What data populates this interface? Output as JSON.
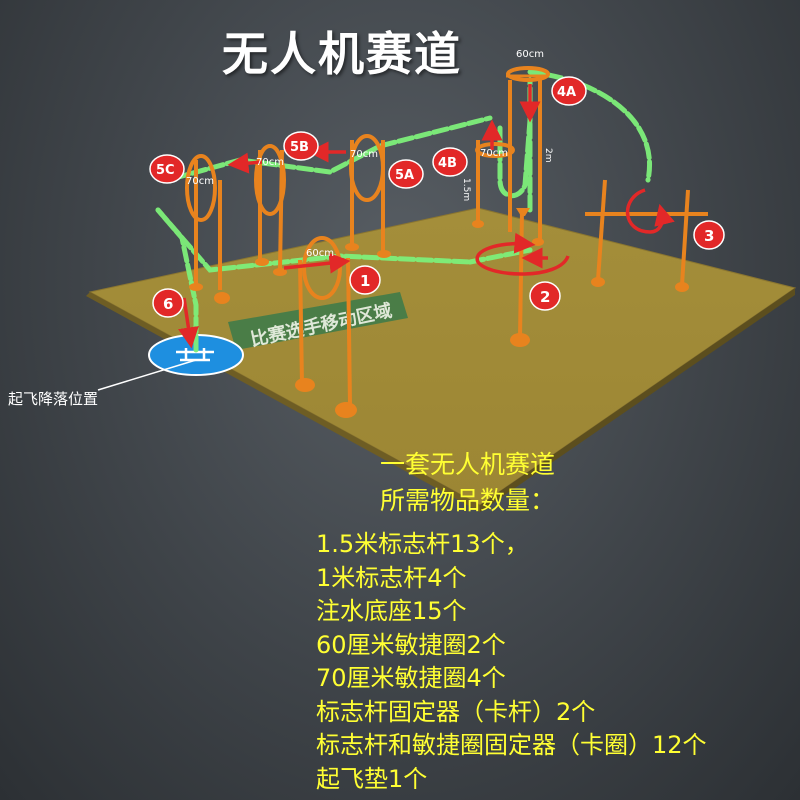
{
  "title": "无人机赛道",
  "gate_sizes": {
    "top_hoop": "60cm",
    "hoop_4b": "70cm",
    "hoop_5a": "70cm",
    "hoop_5b": "70cm",
    "hoop_5c": "70cm",
    "hoop_1": "60cm"
  },
  "pole_heights": {
    "tall": "2m",
    "medium": "1.5m"
  },
  "markers": [
    "1",
    "2",
    "3",
    "4A",
    "4B",
    "5A",
    "5B",
    "5C",
    "6"
  ],
  "ground_text": "比赛选手移动区域",
  "landing_pad_label": "起飞降落位置",
  "list": {
    "header_line1": "一套无人机赛道",
    "header_line2": "所需物品数量：",
    "items": [
      "1.5米标志杆13个，",
      "1米标志杆4个",
      "注水底座15个",
      "60厘米敏捷圈2个",
      "70厘米敏捷圈4个",
      "标志杆固定器（卡杆）2个",
      "标志杆和敏捷圈固定器（卡圈）12个",
      "起飞垫1个"
    ]
  },
  "colors": {
    "floor": "#a8923c",
    "pole": "#e8831e",
    "path": "#7ef07a",
    "marker": "#e22828",
    "text_yellow": "#ffff33",
    "pad": "#1e8fe0"
  }
}
